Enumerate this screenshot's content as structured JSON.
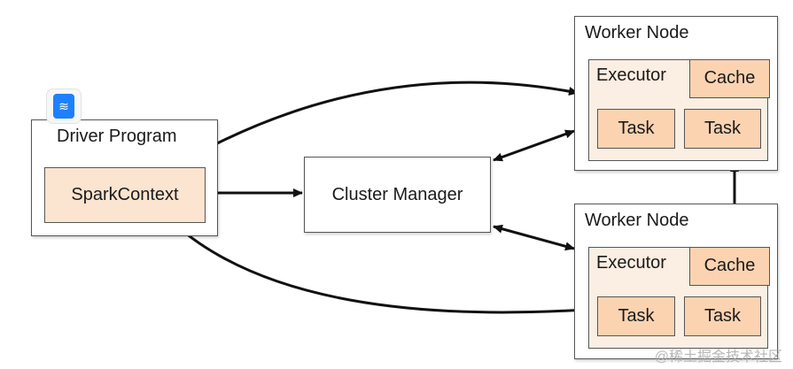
{
  "driver": {
    "title": "Driver Program",
    "spark_context": "SparkContext"
  },
  "cluster_manager": "Cluster Manager",
  "worker_nodes": [
    {
      "title": "Worker Node",
      "executor": "Executor",
      "cache": "Cache",
      "tasks": [
        "Task",
        "Task"
      ]
    },
    {
      "title": "Worker Node",
      "executor": "Executor",
      "cache": "Cache",
      "tasks": [
        "Task",
        "Task"
      ]
    }
  ],
  "watermark": "@稀土掘金技术社区",
  "colors": {
    "fill_light": "#fbeee2",
    "fill_orange": "#fbd3b1",
    "fill_context": "#fbe4d0",
    "border": "#555555",
    "arrow": "#111111"
  }
}
